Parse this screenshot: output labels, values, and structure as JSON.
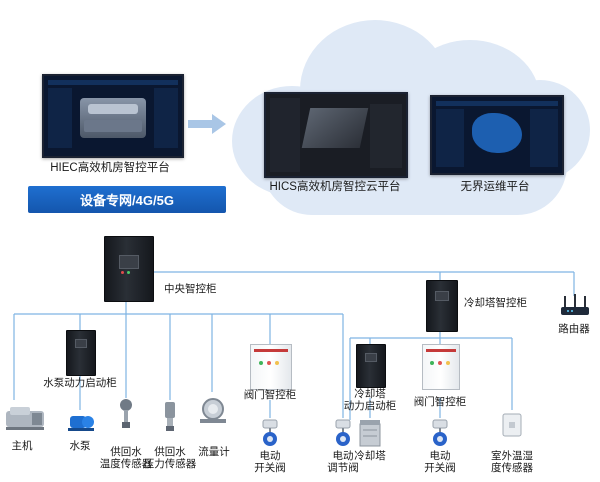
{
  "top": {
    "local_platform_label": "HIEC高效机房智控平台",
    "network_banner": "设备专网/4G/5G",
    "cloud_platform_label": "HICS高效机房智控云平台",
    "ops_platform_label": "无界运维平台"
  },
  "nodes": {
    "central_cabinet": "中央智控柜",
    "cooling_tower_cabinet": "冷却塔智控柜",
    "router": "路由器",
    "pump_starter": "水泵动力启动柜",
    "valve_cabinet_1": "阀门智控柜",
    "tower_starter_line1": "冷却塔",
    "tower_starter_line2": "动力启动柜",
    "valve_cabinet_2": "阀门智控柜"
  },
  "devices": [
    {
      "line1": "主机",
      "line2": ""
    },
    {
      "line1": "水泵",
      "line2": ""
    },
    {
      "line1": "供回水",
      "line2": "温度传感器"
    },
    {
      "line1": "供回水",
      "line2": "压力传感器"
    },
    {
      "line1": "流量计",
      "line2": ""
    },
    {
      "line1": "电动",
      "line2": "开关阀"
    },
    {
      "line1": "电动",
      "line2": "调节阀"
    },
    {
      "line1": "冷却塔",
      "line2": ""
    },
    {
      "line1": "电动",
      "line2": "开关阀"
    },
    {
      "line1": "室外温湿",
      "line2": "度传感器"
    }
  ],
  "colors": {
    "banner": "#1a63c4",
    "connector": "#7fb4e3",
    "cloud": "#dfe9f6",
    "arrow": "#a9c6e6"
  }
}
